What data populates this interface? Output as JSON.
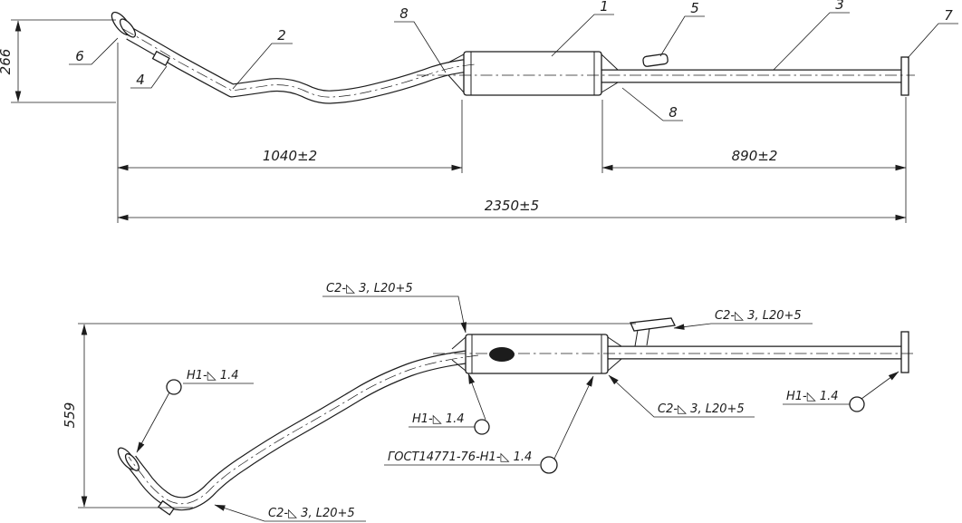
{
  "drawing": {
    "colors": {
      "line": "#1c1c1c",
      "background": "#ffffff"
    },
    "top_view": {
      "callouts": {
        "item_1": "1",
        "item_2": "2",
        "item_3": "3",
        "item_4": "4",
        "item_5": "5",
        "item_6": "6",
        "item_7": "7",
        "item_8_left": "8",
        "item_8_right": "8"
      },
      "dimensions": {
        "inlet_height": "266",
        "front_section_length": "1040±2",
        "rear_section_length": "890±2",
        "overall_length": "2350±5"
      }
    },
    "bottom_view": {
      "dimensions": {
        "overall_height": "559"
      },
      "weld_callouts": {
        "inlet_seam": "C2-◺ 3, L20+5",
        "bracket_seam": "C2-◺ 3, L20+5",
        "outlet_seam": "C2-◺ 3, L20+5",
        "bottom_bend_seam": "C2-◺ 3, L20+5",
        "flange_left_weld": "H1-◺ 1.4",
        "mid_weld": "H1-◺ 1.4",
        "flange_right_weld": "H1-◺ 1.4",
        "gost_weld_note": "ГОСТ14771-76-Н1-◺ 1.4"
      }
    }
  }
}
